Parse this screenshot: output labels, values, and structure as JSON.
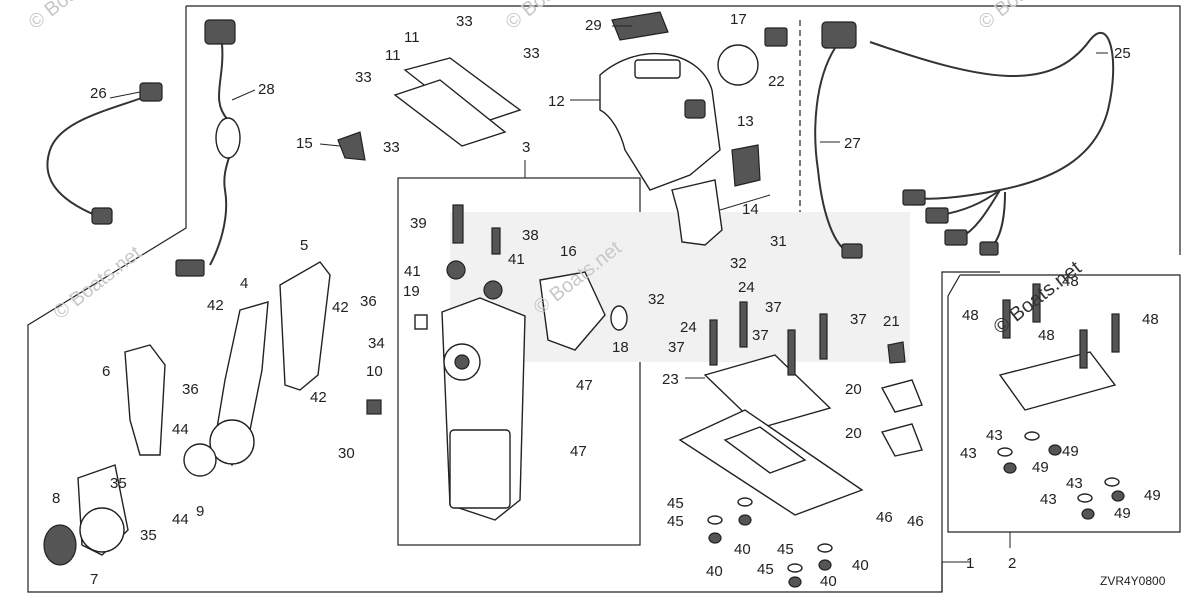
{
  "diagram_code": "ZVR4Y0800",
  "watermark": "© Boats.net",
  "callouts": [
    "1",
    "2",
    "3",
    "4",
    "5",
    "6",
    "7",
    "8",
    "9",
    "10",
    "11",
    "12",
    "13",
    "14",
    "15",
    "16",
    "17",
    "18",
    "19",
    "20",
    "21",
    "22",
    "23",
    "24",
    "25",
    "26",
    "27",
    "28",
    "29",
    "30",
    "31",
    "32",
    "33",
    "34",
    "35",
    "36",
    "37",
    "38",
    "39",
    "40",
    "41",
    "42",
    "43",
    "44",
    "45",
    "46",
    "47",
    "48",
    "49"
  ]
}
